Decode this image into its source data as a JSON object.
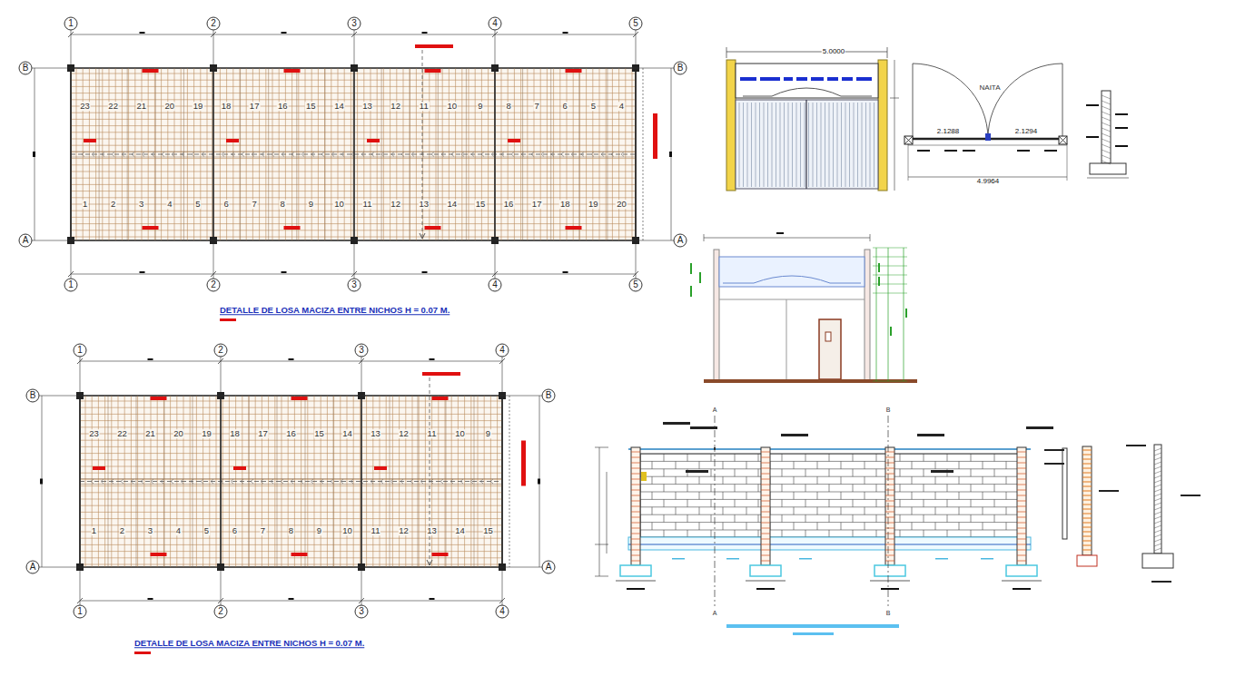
{
  "diagram": {
    "labels": [
      "1",
      "2",
      "3",
      "4",
      "5",
      "1",
      "2",
      "3",
      "4",
      "5",
      "B",
      "B",
      "A",
      "A",
      "23",
      "22",
      "21",
      "20",
      "19",
      "18",
      "17",
      "16",
      "15",
      "14",
      "13",
      "12",
      "11",
      "10",
      "9",
      "8",
      "7",
      "6",
      "5",
      "4",
      "1",
      "2",
      "3",
      "4",
      "5",
      "6",
      "7",
      "8",
      "9",
      "10",
      "11",
      "12",
      "13",
      "14",
      "15",
      "16",
      "17",
      "18",
      "19",
      "20",
      "DETALLE DE LOSA MACIZA ENTRE NICHOS H = 0.07 M.",
      "1",
      "2",
      "3",
      "4",
      "1",
      "2",
      "3",
      "4",
      "B",
      "B",
      "A",
      "A",
      "23",
      "22",
      "21",
      "20",
      "19",
      "18",
      "17",
      "16",
      "15",
      "14",
      "13",
      "12",
      "11",
      "10",
      "9",
      "1",
      "2",
      "3",
      "4",
      "5",
      "6",
      "7",
      "8",
      "9",
      "10",
      "11",
      "12",
      "13",
      "14",
      "15",
      "DETALLE DE LOSA MACIZA ENTRE NICHOS H = 0.07 M.",
      "5.0000",
      "NAITA",
      "2.1288",
      "2.1294",
      "4.9964",
      "A",
      "B",
      "A",
      "B"
    ]
  }
}
